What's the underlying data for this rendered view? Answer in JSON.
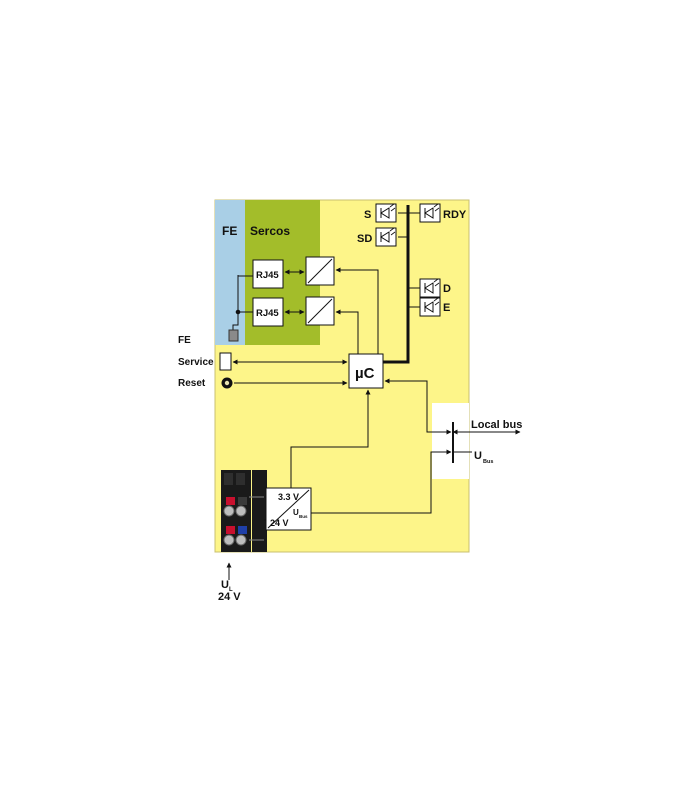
{
  "labels": {
    "fe_zone": "FE",
    "sercos": "Sercos",
    "rj45_top": "RJ45",
    "rj45_bottom": "RJ45",
    "fe_left": "FE",
    "service": "Service",
    "reset": "Reset",
    "uc": "µC",
    "led_s": "S",
    "led_sd": "SD",
    "led_rdy": "RDY",
    "led_d": "D",
    "led_e": "E",
    "local_bus": "Local bus",
    "ubus_main": "U",
    "ubus_sub": "Bus",
    "psu_33v": "3.3 V",
    "psu_24v": "24 V",
    "psu_u": "U",
    "psu_bus": "Bus",
    "ul_main": "U",
    "ul_sub": "L",
    "ul_24v": "24 V"
  },
  "colors": {
    "module_yellow": "#fdf589",
    "fe_blue": "#a9cfe6",
    "sercos_green": "#a3bd2a",
    "terminal_black": "#1a1a1a",
    "line": "#111111"
  }
}
